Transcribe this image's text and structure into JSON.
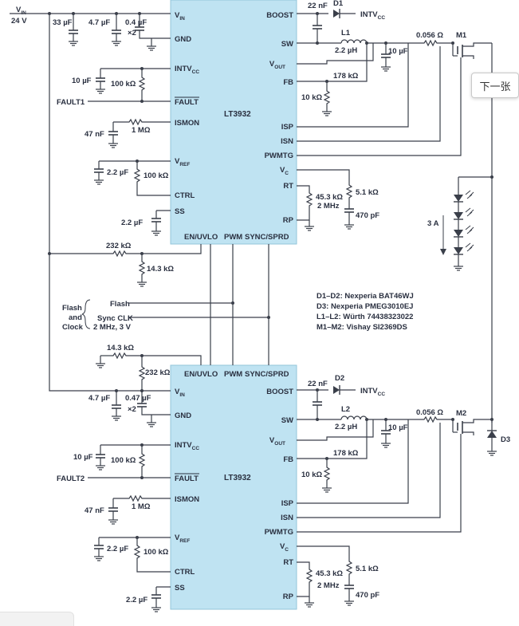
{
  "next_button": {
    "label": "下一张"
  },
  "supply": {
    "vin_label": "V",
    "vin_sub": "IN",
    "voltage": "24 V"
  },
  "ic1": {
    "name": "LT3932",
    "pins_left": [
      "V",
      "GND",
      "INTV",
      "FAULT",
      "ISMON",
      "V",
      "CTRL",
      "SS"
    ],
    "pins_left_sub": [
      "IN",
      "",
      "CC",
      "",
      "",
      "REF",
      "",
      ""
    ],
    "pins_right": [
      "BOOST",
      "SW",
      "V",
      "FB",
      "ISP",
      "ISN",
      "PWMTG",
      "V",
      "RT",
      "RP"
    ],
    "pins_right_sub": [
      "",
      "",
      "OUT",
      "",
      "",
      "",
      "",
      "C",
      "",
      ""
    ],
    "pins_bottom": [
      "EN/UVLO",
      "PWM",
      "SYNC/SPRD"
    ]
  },
  "ic2": {
    "name": "LT3932",
    "pins_left": [
      "V",
      "GND",
      "INTV",
      "FAULT",
      "ISMON",
      "V",
      "CTRL",
      "SS"
    ],
    "pins_left_sub": [
      "IN",
      "",
      "CC",
      "",
      "",
      "REF",
      "",
      ""
    ],
    "pins_right": [
      "BOOST",
      "SW",
      "V",
      "FB",
      "ISP",
      "ISN",
      "PWMTG",
      "V",
      "RT",
      "RP"
    ],
    "pins_right_sub": [
      "",
      "",
      "OUT",
      "",
      "",
      "",
      "",
      "C",
      "",
      ""
    ],
    "pins_top": [
      "EN/UVLO",
      "PWM",
      "SYNC/SPRD"
    ]
  },
  "top": {
    "c_in1": "33 µF",
    "c_in2": "4.7 µF",
    "c_in3": "0.4 µF",
    "c_in3_mult": "×2",
    "c_intvcc": "10 µF",
    "r_intvcc": "100 kΩ",
    "fault": "FAULT1",
    "c_ismon": "47 nF",
    "r_ismon": "1 MΩ",
    "c_vref": "2.2 µF",
    "r_vref": "100 kΩ",
    "c_ss": "2.2 µF",
    "c_boost": "22 nF",
    "diode": "D1",
    "boost_intvcc": "INTV",
    "boost_intvcc_sub": "CC",
    "inductor": "L1",
    "inductor_val": "2.2 µH",
    "c_out": "10 µF",
    "r_fb1": "178 kΩ",
    "r_fb2": "10 kΩ",
    "r_sense": "0.056 Ω",
    "fet": "M1",
    "r_rt": "45.3 kΩ",
    "freq": "2 MHz",
    "r_vc": "5.1 kΩ",
    "c_vc": "470 pF",
    "r_uvlo1": "232 kΩ",
    "r_uvlo2": "14.3 kΩ"
  },
  "bottom": {
    "c_in2": "4.7 µF",
    "c_in3": "0.47 µF",
    "c_in3_mult": "×2",
    "c_intvcc": "10 µF",
    "r_intvcc": "100 kΩ",
    "fault": "FAULT2",
    "c_ismon": "47 nF",
    "r_ismon": "1 MΩ",
    "c_vref": "2.2 µF",
    "r_vref": "100 kΩ",
    "c_ss": "2.2 µF",
    "c_boost": "22 nF",
    "diode": "D2",
    "boost_intvcc": "INTV",
    "boost_intvcc_sub": "CC",
    "inductor": "L2",
    "inductor_val": "2.2 µH",
    "c_out": "10 µF",
    "r_fb1": "178 kΩ",
    "r_fb2": "10 kΩ",
    "r_sense": "0.056 Ω",
    "fet": "M2",
    "diode3": "D3",
    "r_rt": "45.3 kΩ",
    "freq": "2 MHz",
    "r_vc": "5.1 kΩ",
    "c_vc": "470 pF",
    "r_uvlo1": "14.3 kΩ",
    "r_uvlo2": "232 kΩ"
  },
  "middle": {
    "group": [
      "Flash",
      "and",
      "Clock"
    ],
    "flash": "Flash",
    "sync": "Sync CLK",
    "sync_freq": "2 MHz, 3 V",
    "current": "3 A"
  },
  "parts": [
    "D1–D2: Nexperia BAT46WJ",
    "D3: Nexperia PMEG3010EJ",
    "L1–L2: Würth 74438323022",
    "M1–M2: Vishay SI2369DS"
  ]
}
